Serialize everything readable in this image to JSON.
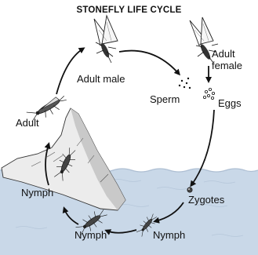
{
  "title": "STONEFLY LIFE CYCLE",
  "labels": {
    "adult_male": "Adult male",
    "adult_female_line1": "Adult",
    "adult_female_line2": "female",
    "sperm": "Sperm",
    "eggs": "Eggs",
    "zygotes": "Zygotes",
    "nymph_bottom_right": "Nymph",
    "nymph_bottom_left": "Nymph",
    "nymph_left": "Nymph",
    "adult_left": "Adult"
  },
  "colors": {
    "water": "#c9d8e8",
    "water_surface": "#aebfd3",
    "rock": "#eaeaea",
    "rock_shadow": "#c8c8c8",
    "ink": "#111111"
  }
}
